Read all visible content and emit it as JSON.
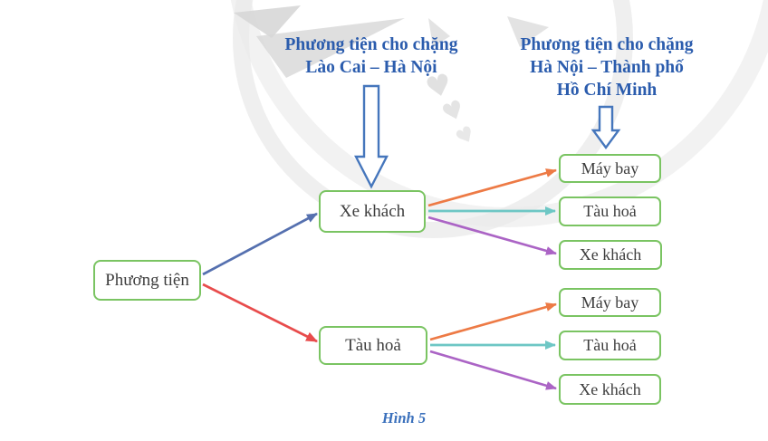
{
  "figure": {
    "caption": "Hình 5"
  },
  "annotations": {
    "leg1": {
      "lines": [
        "Phương tiện cho chặng",
        "Lào Cai – Hà Nội"
      ]
    },
    "leg2": {
      "lines": [
        "Phương tiện cho chặng",
        "Hà Nội – Thành phố",
        "Hồ Chí Minh"
      ]
    }
  },
  "tree": {
    "root": {
      "label": "Phương tiện"
    },
    "level1": [
      {
        "label": "Xe khách"
      },
      {
        "label": "Tàu hoả"
      }
    ],
    "level2": [
      {
        "label": "Máy bay"
      },
      {
        "label": "Tàu hoả"
      },
      {
        "label": "Xe khách"
      },
      {
        "label": "Máy bay"
      },
      {
        "label": "Tàu hoả"
      },
      {
        "label": "Xe khách"
      }
    ]
  },
  "colors": {
    "box-border": "#7ac462",
    "box-text": "#3d3d3d",
    "annotation-text": "#2b5cad",
    "caption-text": "#3a70bc",
    "edge-blue": "#5570af",
    "edge-red": "#e84c4c",
    "edge-orange": "#ed7a45",
    "edge-teal": "#6ec7c5",
    "edge-purple": "#ab64c5",
    "block-arrow": "#4576bc",
    "watermark": "#e9e9e9",
    "watermark-dark": "#d7d7d7"
  }
}
